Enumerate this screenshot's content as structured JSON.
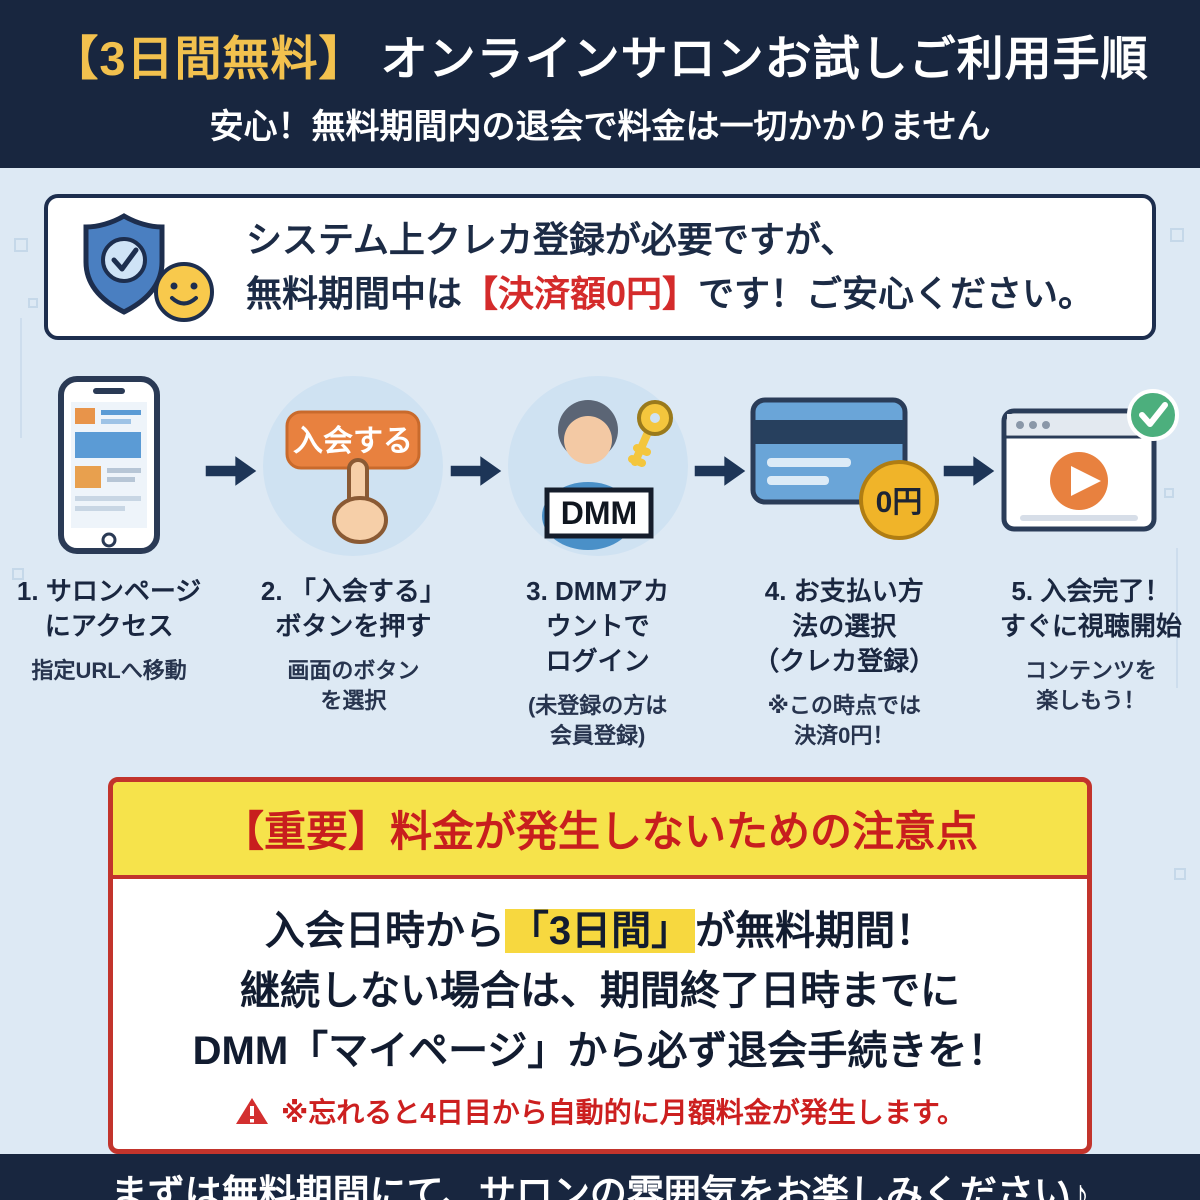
{
  "header": {
    "title_highlight": "【3日間無料】",
    "title_main": "オンラインサロンお試しご利用手順",
    "subtitle": "安心！無料期間内の退会で料金は一切かかりません"
  },
  "assurance": {
    "line1": "システム上クレカ登録が必要ですが、",
    "line2_pre": "無料期間中は",
    "line2_highlight": "【決済額0円】",
    "line2_post": "です！ご安心ください。"
  },
  "steps": [
    {
      "title": "1. サロンページ\nにアクセス",
      "sub": "指定URLへ移動"
    },
    {
      "title": "2. 「入会する」\nボタンを押す",
      "sub": "画面のボタン\nを選択",
      "button_label": "入会する"
    },
    {
      "title": "3. DMMアカ\nウントで\nログイン",
      "sub": "(未登録の方は\n会員登録)",
      "logo": "DMM"
    },
    {
      "title": "4. お支払い方\n法の選択\n（クレカ登録）",
      "sub": "※この時点では\n決済0円！",
      "badge": "0円"
    },
    {
      "title": "5. 入会完了！\nすぐに視聴開始",
      "sub": "コンテンツを\n楽しもう！"
    }
  ],
  "important": {
    "header": "【重要】料金が発生しないための注意点",
    "line1_pre": "入会日時から",
    "line1_highlight": "「3日間」",
    "line1_post": "が無料期間！",
    "line2": "継続しない場合は、期間終了日時までに",
    "line3": "DMM「マイページ」から必ず退会手続きを！",
    "warning": "※忘れると4日目から自動的に月額料金が発生します。"
  },
  "footer": {
    "text": "まずは無料期間にて、サロンの雰囲気をお楽しみください♪"
  },
  "colors": {
    "navy": "#18263f",
    "gold": "#f2c14e",
    "light_blue_bg": "#dde9f4",
    "accent_red": "#d42b2b",
    "warning_red": "#cc1f1f",
    "button_orange": "#e8813f",
    "highlight_yellow": "#f7d83f",
    "header_yellow": "#f6e34b",
    "badge_gold": "#f0b429",
    "success_green": "#4caf7d"
  }
}
